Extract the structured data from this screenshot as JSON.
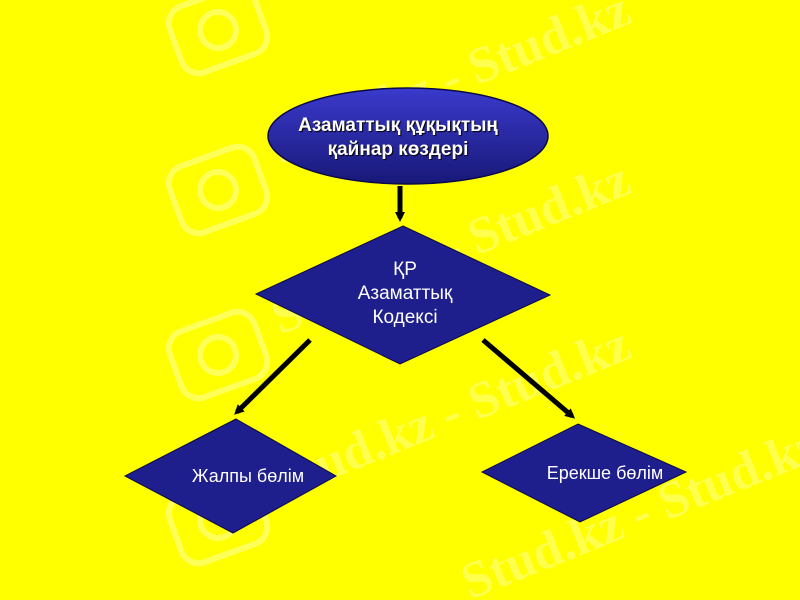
{
  "watermark": {
    "text": "Stud.kz - Stud.kz"
  },
  "colors": {
    "background": "#FFFF00",
    "node_fill": "#1E1E8C",
    "node_stroke": "#0A0A4A",
    "arrow": "#000000",
    "text": "#FFFFFF"
  },
  "nodes": {
    "top": {
      "shape": "ellipse",
      "lines": [
        "Азаматтық құқықтың",
        "қайнар көздері"
      ]
    },
    "middle": {
      "shape": "diamond",
      "lines": [
        "ҚР",
        "Азаматтық",
        "Кодексі"
      ]
    },
    "left": {
      "shape": "diamond",
      "lines": [
        "Жалпы бөлім"
      ]
    },
    "right": {
      "shape": "diamond",
      "lines": [
        "Ерекше бөлім"
      ]
    }
  }
}
